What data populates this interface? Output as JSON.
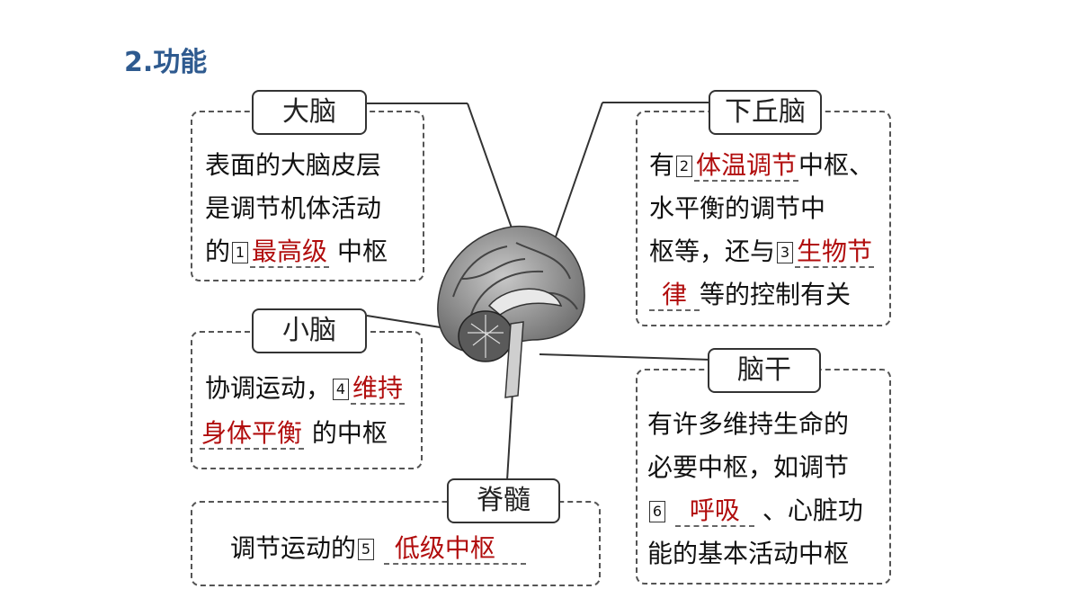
{
  "heading": "2.功能",
  "colors": {
    "heading": "#2e5a8f",
    "answer": "#b10d0d"
  },
  "cerebrum": {
    "label": "大脑",
    "line1": "表面的大脑皮层",
    "line2": "是调节机体活动",
    "line3_pre": "的",
    "num": "1",
    "answer": "最高级",
    "line3_post": "中枢"
  },
  "hypothalamus": {
    "label": "下丘脑",
    "line1_pre": "有",
    "num2": "2",
    "answer2": "体温调节",
    "line1_post": "中枢、",
    "line2": "水平衡的调节中",
    "line3_pre": "枢等，还与",
    "num3": "3",
    "answer3a": "生物节",
    "answer3b": "律",
    "line4_post": "等的控制有关"
  },
  "cerebellum": {
    "label": "小脑",
    "line1_pre": "协调运动，",
    "num": "4",
    "answer_a": "维持",
    "answer_b": "身体平衡",
    "line2_post": "的中枢"
  },
  "brainstem": {
    "label": "脑干",
    "line1": "有许多维持生命的",
    "line2": "必要中枢，如调节",
    "num": "6",
    "answer": "呼吸",
    "line3_post": "、心脏功",
    "line4": "能的基本活动中枢"
  },
  "spinal_cord": {
    "label": "脊髓",
    "line_pre": "调节运动的",
    "num": "5",
    "answer": "低级中枢"
  }
}
